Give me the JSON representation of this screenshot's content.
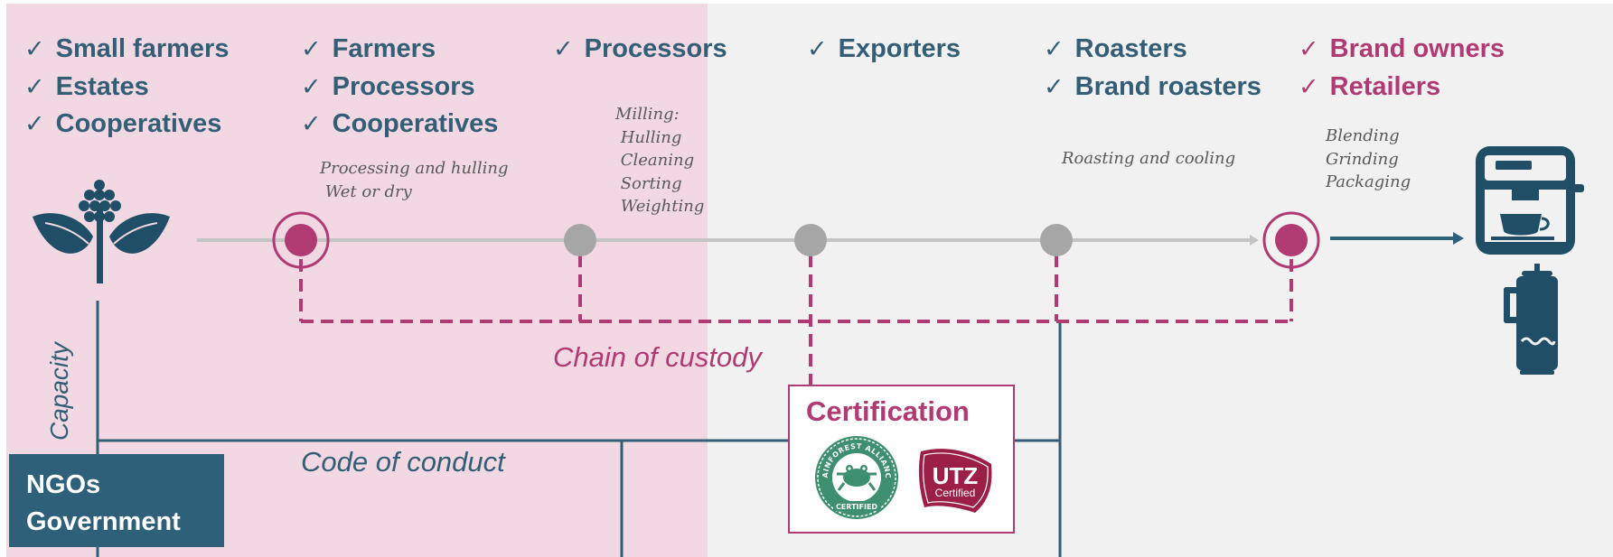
{
  "columns": [
    {
      "id": "producers",
      "accent": false,
      "items": [
        "Small farmers",
        "Estates",
        "Cooperatives"
      ]
    },
    {
      "id": "farmers",
      "accent": false,
      "items": [
        "Farmers",
        "Processors",
        "Cooperatives"
      ]
    },
    {
      "id": "processors",
      "accent": false,
      "items": [
        "Processors"
      ]
    },
    {
      "id": "exporters",
      "accent": false,
      "items": [
        "Exporters"
      ]
    },
    {
      "id": "roasters",
      "accent": false,
      "items": [
        "Roasters",
        "Brand roasters"
      ]
    },
    {
      "id": "brand-owners",
      "accent": true,
      "items": [
        "Brand owners",
        "Retailers"
      ]
    }
  ],
  "check_glyph": "✓",
  "notes": {
    "processing": "Processing and hulling\n Wet or dry",
    "milling": "Milling:\n Hulling\n Cleaning\n Sorting\n Weighting",
    "roasting": "Roasting and cooling",
    "blending": "Blending\nGrinding\nPackaging"
  },
  "labels": {
    "chain_of_custody": "Chain of custody",
    "code_of_conduct": "Code of conduct",
    "capacity": "Capacity",
    "certification": "Certification"
  },
  "ngo_box": [
    "NGOs",
    "Government"
  ],
  "seals": {
    "rainforest_ring": "RAINFOREST ALLIANCE",
    "rainforest_bottom": "CERTIFIED",
    "utz_main": "UTZ",
    "utz_sub": "Certified"
  },
  "icons": {
    "plant": "coffee-plant-icon",
    "machine": "espresso-machine-icon",
    "press": "french-press-icon"
  },
  "colors": {
    "navy": "#345e76",
    "accent": "#b03a72",
    "grey_node": "#a6a6a6",
    "left_band": "#f1d8e3",
    "right_band": "#f1f1f1",
    "ngo_fill": "#2f607a",
    "rainforest": "#3e8f6f",
    "utz": "#9c1f47"
  }
}
